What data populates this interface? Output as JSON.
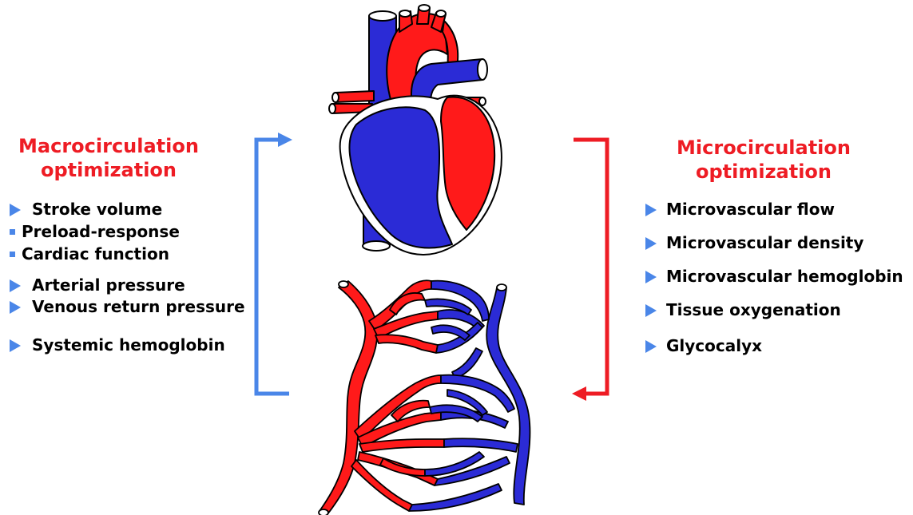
{
  "macro": {
    "title_line1": "Macrocirculation",
    "title_line2": "optimization",
    "color": "#ee1c24",
    "bullet_color": "#4a86e8",
    "items": [
      "Stroke volume",
      "Preload-response",
      "Cardiac function",
      "Arterial pressure",
      "Venous return pressure",
      "Systemic hemoglobin"
    ]
  },
  "micro": {
    "title_line1": "Microcirculation",
    "title_line2": "optimization",
    "color": "#ee1c24",
    "items": [
      "Microvascular flow",
      "Microvascular density",
      "Microvascular hemoglobin",
      "Tissue oxygenation",
      "Glycocalyx"
    ]
  },
  "colors": {
    "artery_red": "#ff1a1a",
    "vein_blue": "#2b2bd6",
    "bracket_blue": "#4a86e8",
    "bracket_red": "#ee1c24"
  },
  "icons": {
    "heart": "heart-illustration",
    "capillary_bed": "capillary-network-illustration"
  }
}
